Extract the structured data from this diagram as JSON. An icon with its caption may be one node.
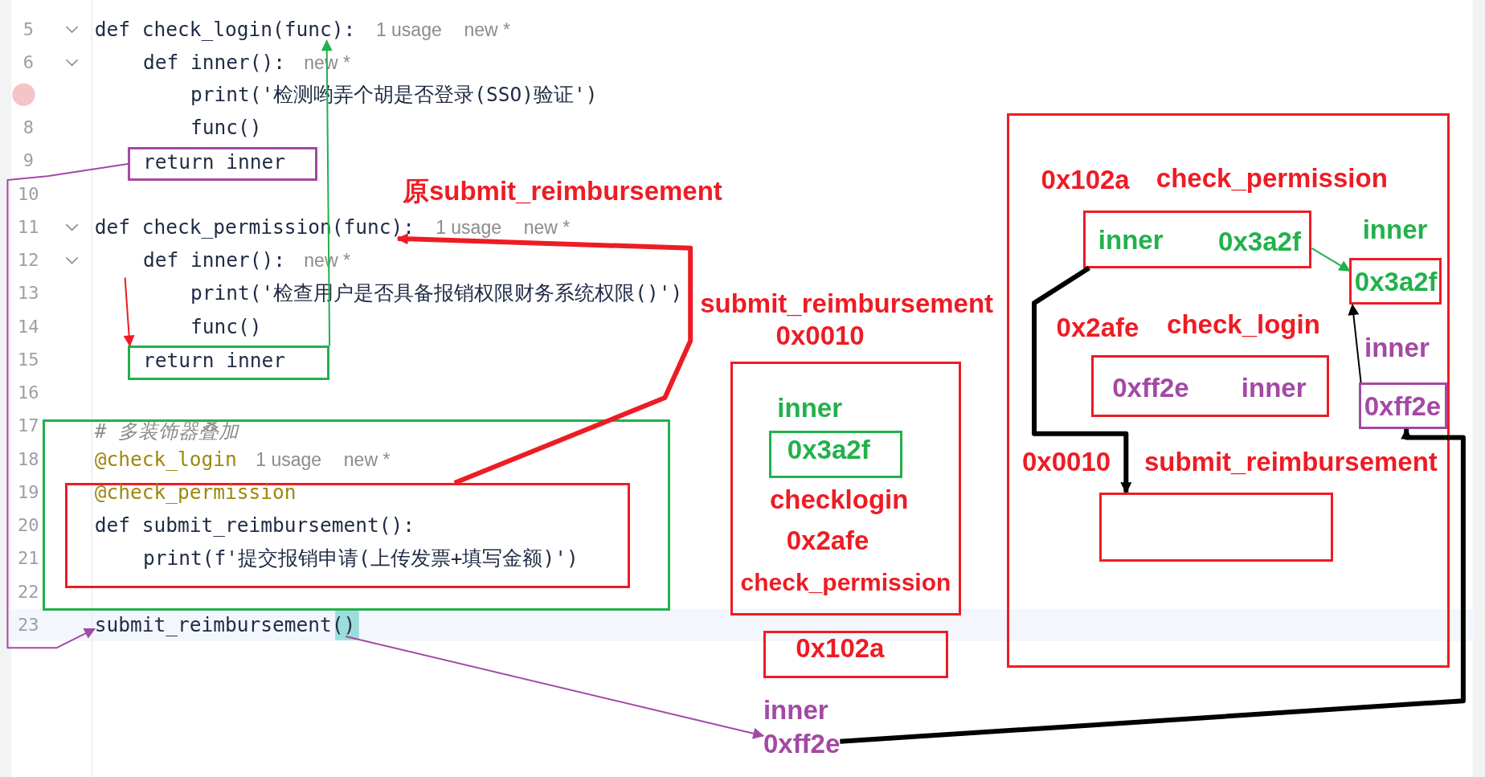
{
  "diagram": {
    "nodes": [
      {
        "text": [
          "return inner"
        ]
      },
      {
        "text": [
          "return inner"
        ]
      },
      {
        "text": [
          "# 多装饰器叠加",
          "@check_login",
          "1 usage",
          "new *"
        ]
      },
      {
        "text": [
          "@check_permission",
          "def submit_reimbursement():",
          "print(f'提交报销申请(上传发票+填写金额)')"
        ],
        "in": 2
      },
      {
        "text": [
          "submit_reimbursement()"
        ]
      },
      {
        "text": [
          "submit_reimbursement",
          "0x0010",
          "checklogin",
          "0x2afe",
          "check_permission"
        ]
      },
      {
        "text": [
          "inner",
          "0x3a2f"
        ],
        "in": 5
      },
      {
        "text": [
          "0x102a"
        ]
      },
      {
        "text": [
          "inner",
          "0xff2e"
        ]
      },
      {
        "text": [],
        "shape": "box"
      },
      {
        "text": [
          "0x102a",
          "check_permission",
          "inner",
          "0x3a2f"
        ],
        "in": 9
      },
      {
        "text": [
          "inner",
          "0x3a2f"
        ],
        "in": 9
      },
      {
        "text": [
          "0x2afe",
          "check_login",
          "0xff2e",
          "inner"
        ],
        "in": 9
      },
      {
        "text": [
          "inner",
          "0xff2e"
        ],
        "in": 9
      },
      {
        "text": [
          "0x0010",
          "submit_reimbursement"
        ],
        "in": 9
      },
      {
        "text": [
          "def check_login(func):"
        ]
      },
      {
        "text": [
          "def check_permission(func):"
        ]
      }
    ],
    "edges": [
      {
        "from": 1,
        "to": 15,
        "arrow": "to",
        "color": "#22b14c"
      },
      {
        "from": 3,
        "to": 16,
        "arrow": "to",
        "style": "thick",
        "color": "#ed1c24"
      },
      {
        "from": null,
        "to": 1,
        "arrow": "to",
        "color": "#ed1c24"
      },
      {
        "from": 0,
        "to": 4,
        "arrow": "to",
        "color": "#a349a4"
      },
      {
        "from": 4,
        "to": 8,
        "arrow": "to",
        "color": "#a349a4"
      },
      {
        "from": 10,
        "to": 11,
        "arrow": "to",
        "color": "#22b14c"
      },
      {
        "from": 10,
        "to": 14,
        "arrow": "to",
        "style": "thick",
        "color": "#000000"
      },
      {
        "from": 13,
        "to": 11,
        "arrow": "to",
        "color": "#000000"
      },
      {
        "from": 8,
        "to": 13,
        "arrow": "to",
        "style": "thick",
        "color": "#000000"
      }
    ],
    "labels": [
      "5",
      "1 usage",
      "new *",
      "6",
      "def inner():",
      "new *",
      "print('检测哟弄个胡是否登录(SSO)验证')",
      "8",
      "func()",
      "9",
      "原submit_reimbursement",
      "10",
      "11",
      "1 usage",
      "new *",
      "12",
      "def inner():",
      "new *",
      "13",
      "print('检查用户是否具备报销权限财务系统权限()')",
      "14",
      "func()",
      "15",
      "16",
      "17",
      "18",
      "19",
      "20",
      "21",
      "22",
      "23"
    ]
  }
}
